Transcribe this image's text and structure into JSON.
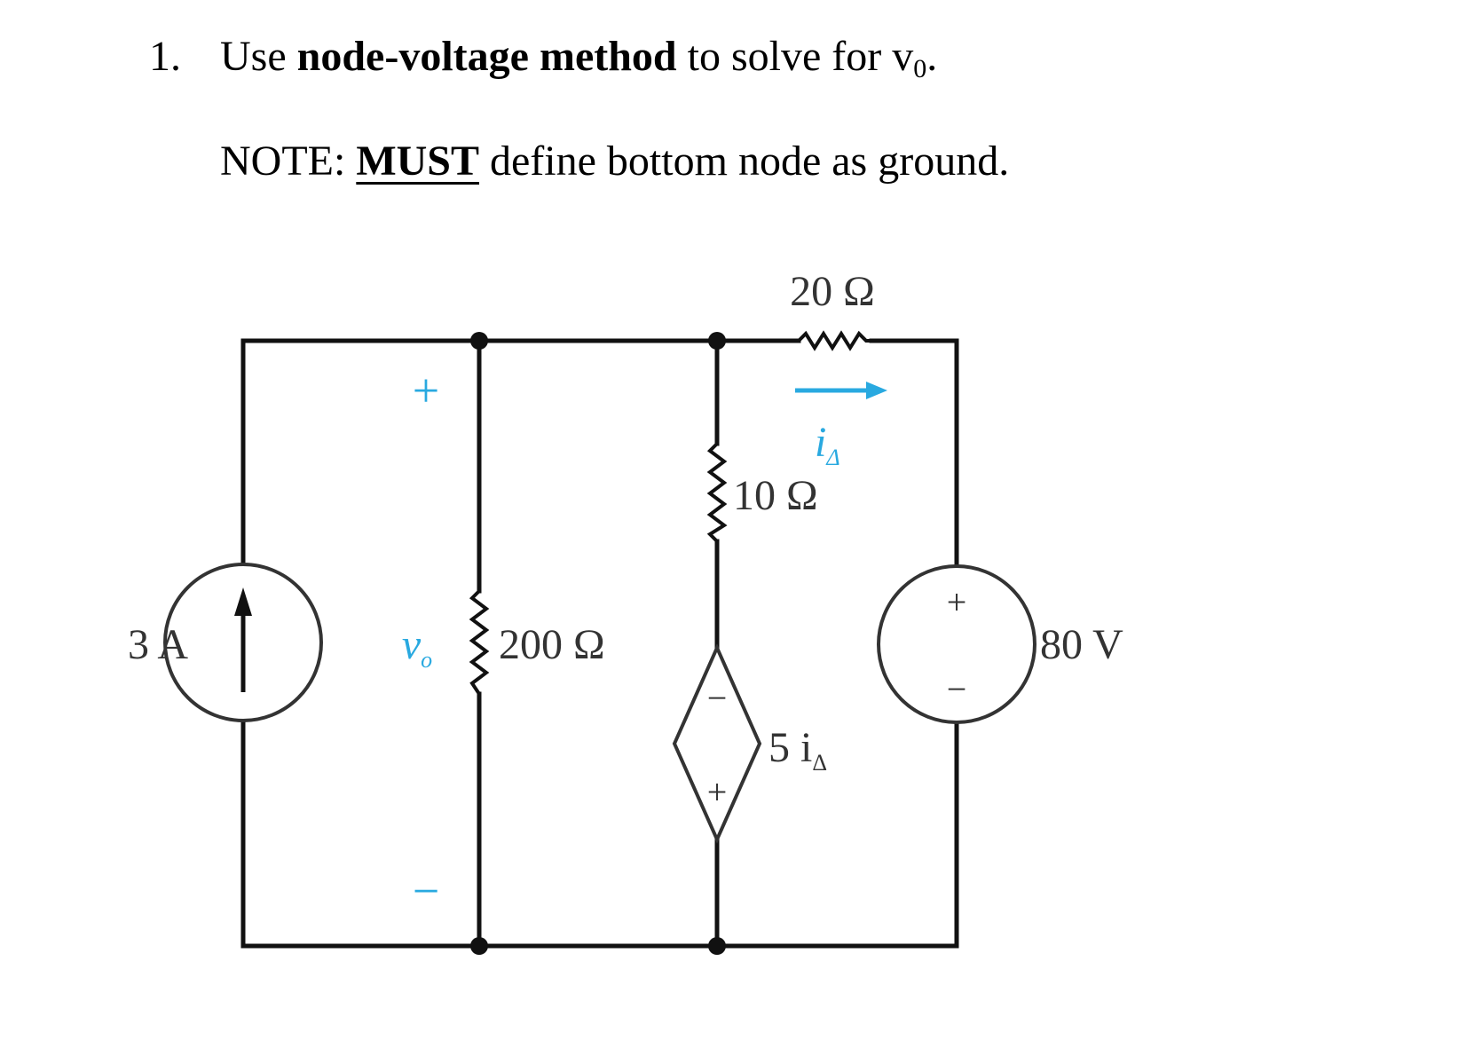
{
  "problem": {
    "number": "1.",
    "text_before": "Use ",
    "method_bold": "node-voltage method",
    "text_after": " to solve for v",
    "subscript": "0",
    "period": "."
  },
  "note": {
    "prefix": "NOTE: ",
    "emphasis": "MUST",
    "rest": " define bottom node as ground."
  },
  "circuit": {
    "current_source": "3 A",
    "resistor_200": "200 Ω",
    "resistor_10": "10 Ω",
    "resistor_20": "20 Ω",
    "voltage_source": "80 V",
    "dependent_source": "5 i",
    "dependent_source_sub": "Δ",
    "current_label": "i",
    "current_label_sub": "Δ",
    "vo_label": "v",
    "vo_sub": "o",
    "plus": "+",
    "minus": "−",
    "colors": {
      "wire": "#111111",
      "annotation": "#29a9e0",
      "label": "#333333"
    }
  }
}
